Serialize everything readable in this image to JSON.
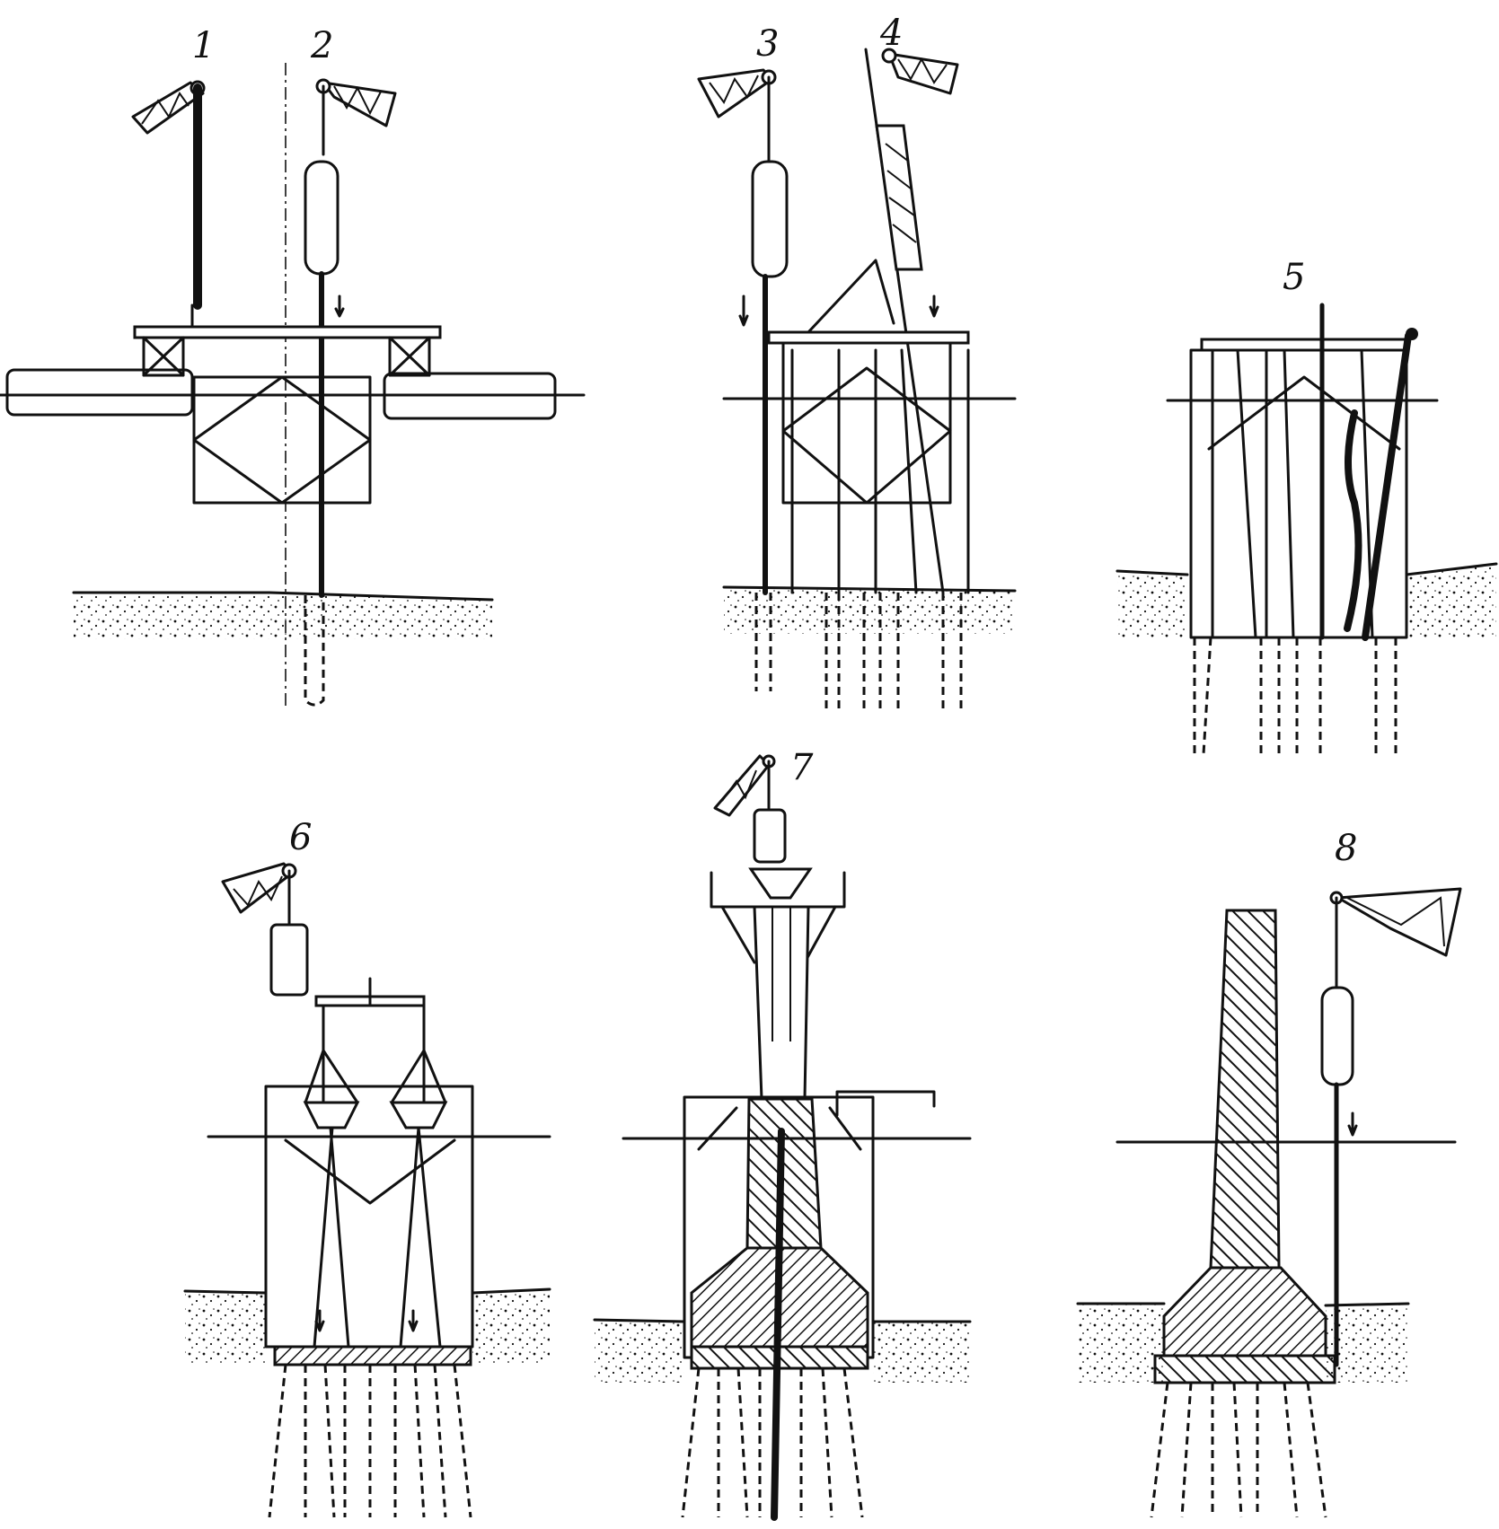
{
  "stages": [
    {
      "id": "1",
      "label": "1"
    },
    {
      "id": "2",
      "label": "2"
    },
    {
      "id": "3",
      "label": "3"
    },
    {
      "id": "4",
      "label": "4"
    },
    {
      "id": "5",
      "label": "5"
    },
    {
      "id": "6",
      "label": "6"
    },
    {
      "id": "7",
      "label": "7"
    },
    {
      "id": "8",
      "label": "8"
    }
  ],
  "colors": {
    "ink": "#111111",
    "paper": "#ffffff"
  }
}
